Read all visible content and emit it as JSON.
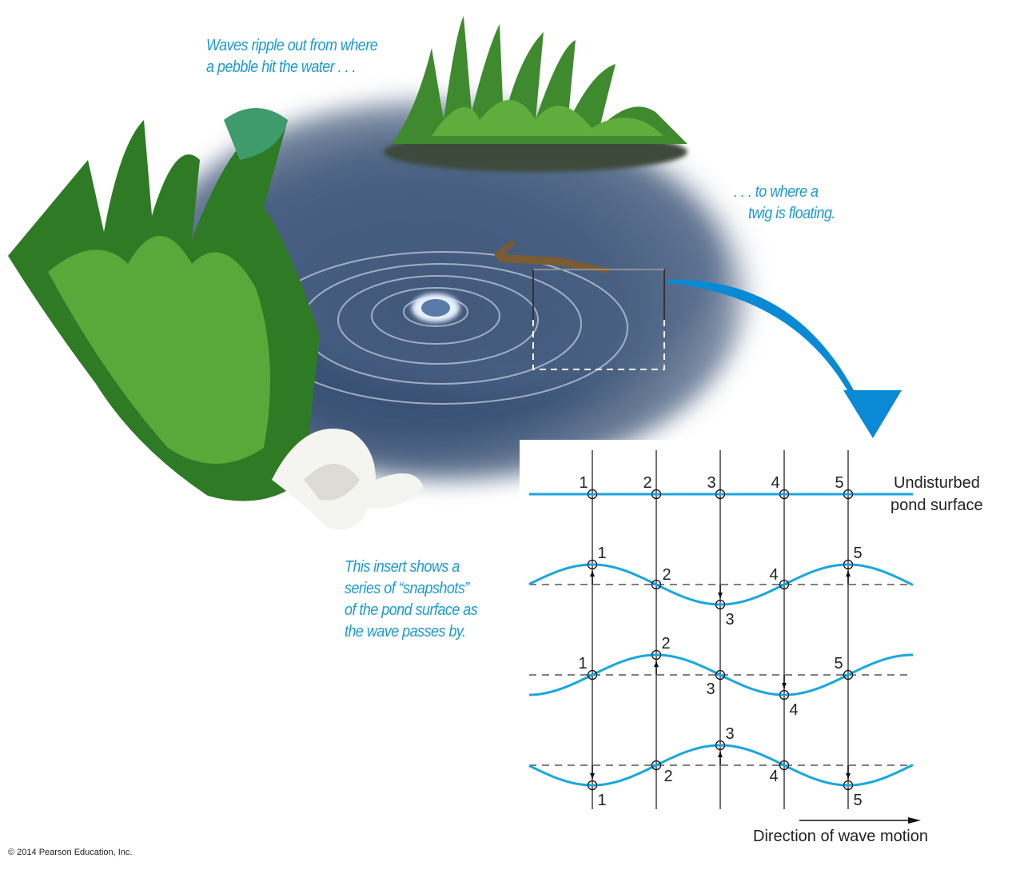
{
  "captions": {
    "pebble": [
      "Waves ripple out from where",
      "a pebble hit the water . . ."
    ],
    "twig": [
      ". . . to where a",
      "twig is floating."
    ],
    "insert": [
      "This insert shows a",
      "series of “snapshots”",
      "of the pond surface as",
      "the wave passes by."
    ]
  },
  "diagram": {
    "point_labels": [
      "1",
      "2",
      "3",
      "4",
      "5"
    ],
    "undisturbed_label": [
      "Undisturbed",
      "pond surface"
    ],
    "direction_label": "Direction of wave motion",
    "snapshots": [
      {
        "phase_peak_at_point": null
      },
      {
        "phase_peak_at_point": 1,
        "arrows": [
          "up",
          "none",
          "down",
          "none",
          "up"
        ]
      },
      {
        "phase_peak_at_point": 2,
        "arrows": [
          "none",
          "up",
          "none",
          "down",
          "none"
        ]
      },
      {
        "phase_peak_at_point": 3,
        "arrows": [
          "down",
          "none",
          "up",
          "none",
          "down"
        ]
      }
    ],
    "wave_color": "#19a7df",
    "arrow_color": "#0a8ad4"
  },
  "copyright": "© 2014 Pearson Education, Inc."
}
